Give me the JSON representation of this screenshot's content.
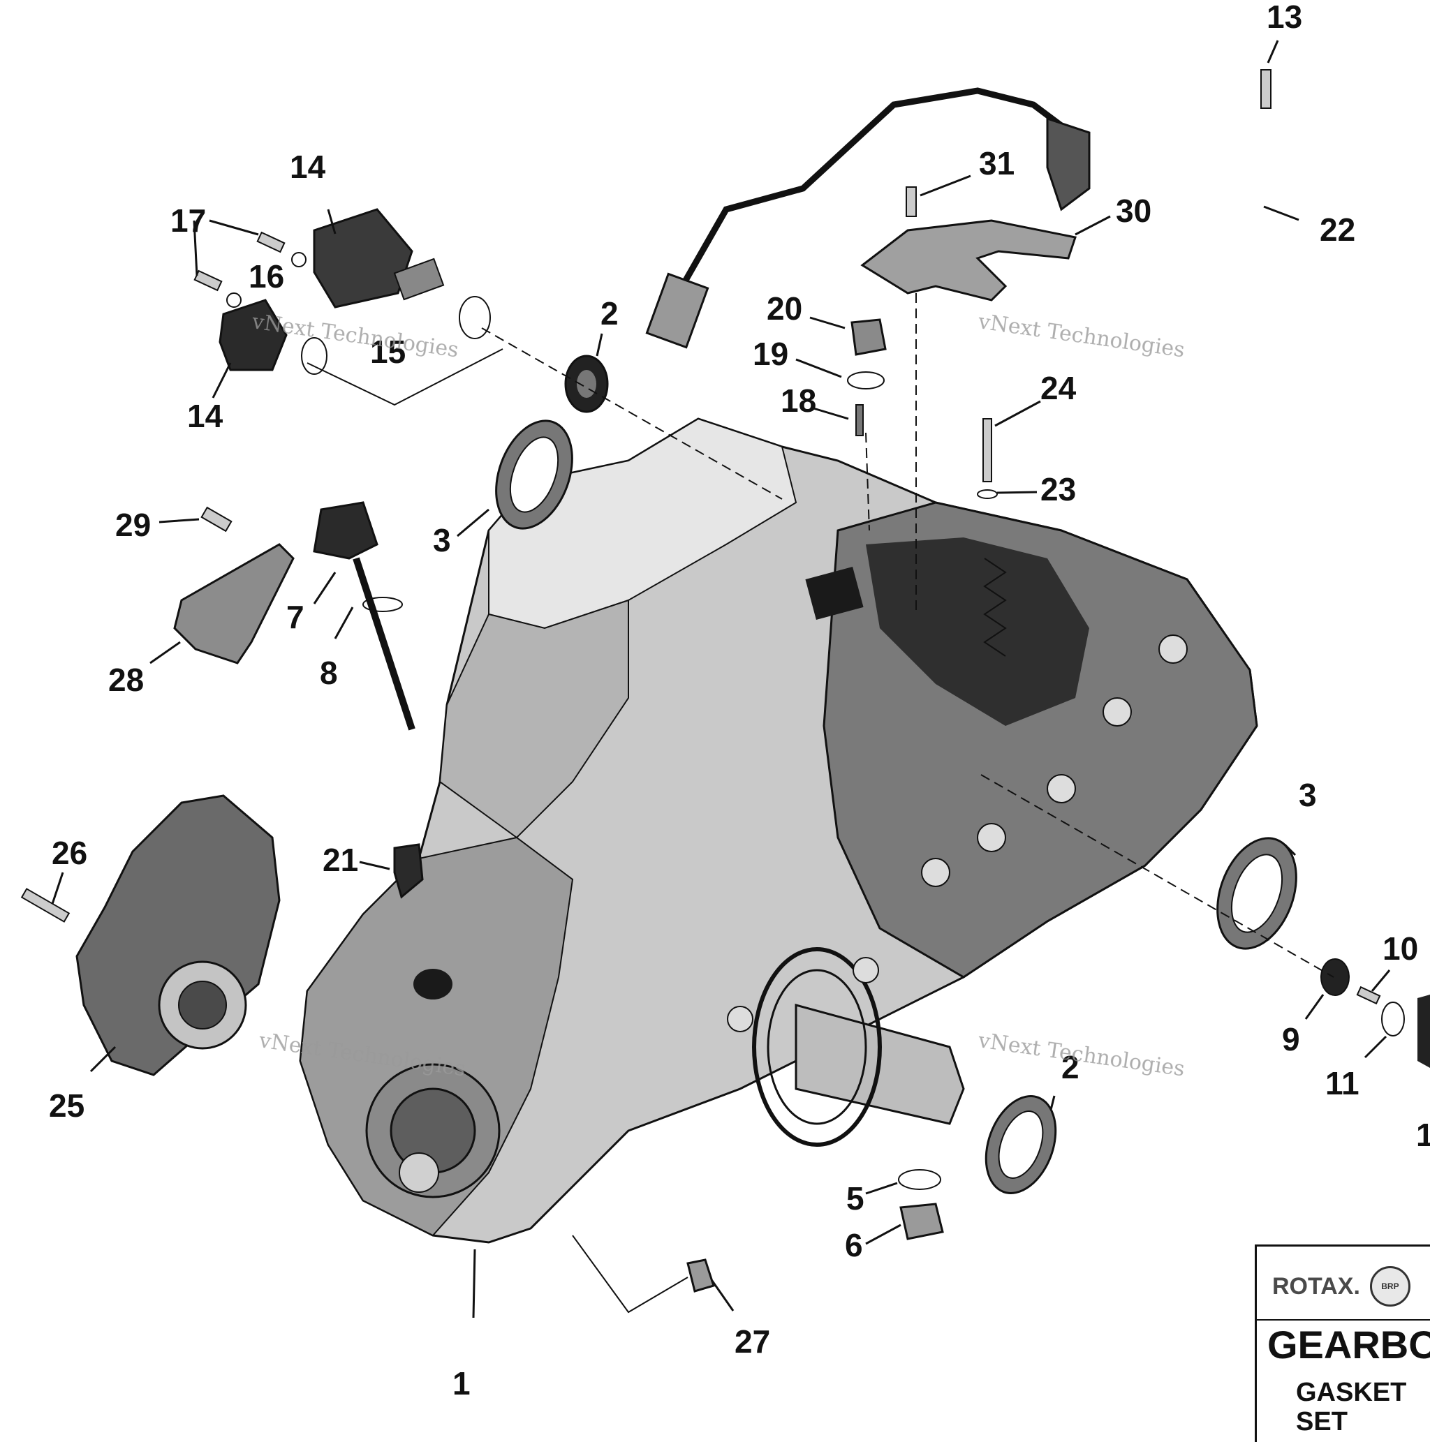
{
  "diagram": {
    "callouts": {
      "c1": "1",
      "c2a": "2",
      "c2b": "2",
      "c3a": "3",
      "c3b": "3",
      "c5": "5",
      "c6": "6",
      "c7": "7",
      "c8": "8",
      "c9": "9",
      "c10": "10",
      "c11": "11",
      "c12": "1",
      "c13": "13",
      "c14a": "14",
      "c14b": "14",
      "c15": "15",
      "c16": "16",
      "c17": "17",
      "c18": "18",
      "c19": "19",
      "c20": "20",
      "c21": "21",
      "c22": "22",
      "c23": "23",
      "c24": "24",
      "c25": "25",
      "c26": "26",
      "c27": "27",
      "c28": "28",
      "c29": "29",
      "c30": "30",
      "c31": "31"
    },
    "watermarks": {
      "w1": "vNext Technologies",
      "w2": "vNext Technologies",
      "w3": "vNext Technologies",
      "w4": "vNext Technologies"
    }
  },
  "logo": {
    "brand": "ROTAX.",
    "brp": "BRP",
    "title": "GEARBOX",
    "subtitle_line1": "GASKET",
    "subtitle_line2": "SET"
  },
  "colors": {
    "ink": "#111111",
    "housing_light": "#d9d9d9",
    "housing_mid": "#a8a8a8",
    "housing_dark": "#5a5a5a",
    "cover_dark": "#3a3a3a",
    "watermark": "#9a9a9a"
  }
}
